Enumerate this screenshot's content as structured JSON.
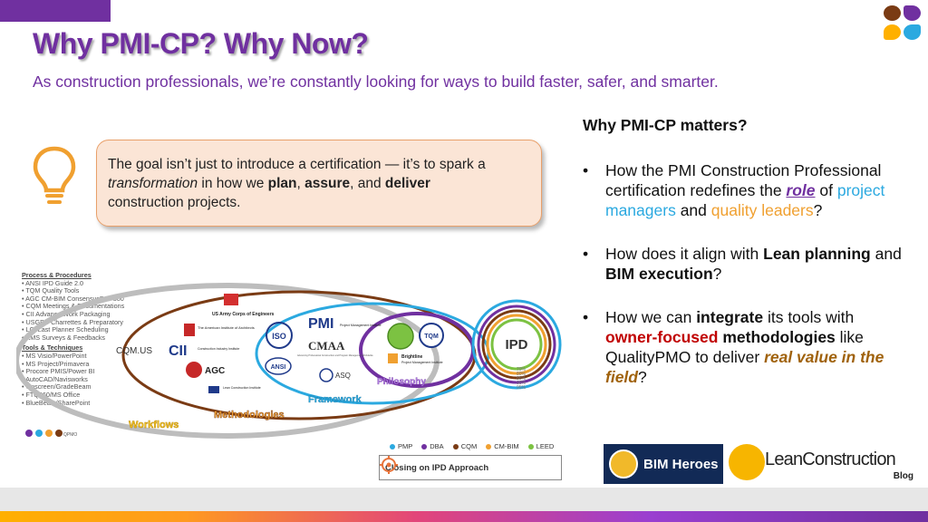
{
  "slide": {
    "title": "Why PMI-CP? Why Now?",
    "subtitle": "As construction professionals, we’re constantly looking for ways to build faster, safer, and smarter."
  },
  "callout": {
    "l1": "The goal isn’t just to introduce a certification — it’s to spark a",
    "l2_em": "transformation",
    "l2_a": " in how we ",
    "plan": "plan",
    "comma": ", ",
    "assure": "assure",
    "and": ", and ",
    "deliver": "deliver",
    "l3": "construction projects."
  },
  "diagram": {
    "process_heading": "Process & Procedures",
    "process_items": [
      "ANSI IPD Guide 2.0",
      "TQM Quality Tools",
      "AGC CM-BIM ConsensusDoc 300",
      "CQM Meetings & Documentations",
      "CII Advance Work Packaging",
      "USGBC Charrettes & Preparatory",
      "LCI Last Planner Scheduling",
      "KMS Surveys & Feedbacks"
    ],
    "tools_heading": "Tools & Techniques",
    "tools_items": [
      "MS Visio/PowerPoint",
      "MS Project/Primavera",
      "Procore PMIS/Power BI",
      "AutoCAD/Navisworks",
      "Onscreen/GradeBeam",
      "FTQ360/MS Office",
      "BlueBeam/SharePoint"
    ],
    "qpmo": "QPMO",
    "cqmus": "CQM.US",
    "rings": {
      "workflows": "Workflows",
      "methodologies": "Methodologies",
      "framework": "Framework",
      "philosophy": "Philosophy"
    },
    "ipd": "IPD",
    "ipd_pcts": [
      "70%",
      "80%",
      "85%",
      "90%",
      "95%"
    ],
    "orgs": {
      "usace": "US Army Corps of Engineers",
      "aia": "The American Institute of Architects",
      "cii": "CII",
      "cii_sub": "Construction Industry Institute",
      "agc": "AGC",
      "lci": "Lean Construction Institute",
      "pmi": "PMI",
      "pmi_sub": "Project Management Institute",
      "iso": "ISO",
      "cmaa": "CMAA",
      "cmaa_sub": "Advancing Professional Construction and Program Management Worldwide",
      "ansi": "ANSI",
      "asq": "ASQ",
      "tqm": "TQM",
      "brightline": "Brightline",
      "brightline_sub": "Project Management Institute"
    },
    "legend": [
      {
        "label": "PMP",
        "color": "#2ba9e0"
      },
      {
        "label": "DBA",
        "color": "#7030a0"
      },
      {
        "label": "CQM",
        "color": "#7a3b14"
      },
      {
        "label": "CM-BIM",
        "color": "#f0a030"
      },
      {
        "label": "LEED",
        "color": "#7cc242"
      }
    ],
    "closing": "Closing on IPD Approach"
  },
  "right": {
    "heading": "Why PMI-CP matters?",
    "b1_a": "How the PMI Construction Professional certification redefines the ",
    "b1_role": "role",
    "b1_b": " of ",
    "b1_pm": "project managers",
    "b1_c": " and ",
    "b1_ql": "quality leaders",
    "b1_d": "?",
    "b2_a": "How does it align with ",
    "b2_lean": "Lean planning",
    "b2_b": " and ",
    "b2_bim": "BIM execution",
    "b2_c": "?",
    "b3_a": "How we can ",
    "b3_int": "integrate",
    "b3_b": " its tools with ",
    "b3_of": "owner-focused",
    "b3_sp": " ",
    "b3_meth": "methodologies",
    "b3_c": " like QualityPMO to deliver ",
    "b3_rv": "real value in the field",
    "b3_d": "?"
  },
  "logos": {
    "bim": "BIM Heroes",
    "lc": "LeanConstruction",
    "lc_sub": "Blog"
  },
  "colors": {
    "brand_purple": "#7030a0",
    "callout_bg": "#fbe5d6",
    "accent_orange": "#f0a030",
    "accent_blue": "#2ba9e0",
    "brown": "#7a3b14"
  }
}
